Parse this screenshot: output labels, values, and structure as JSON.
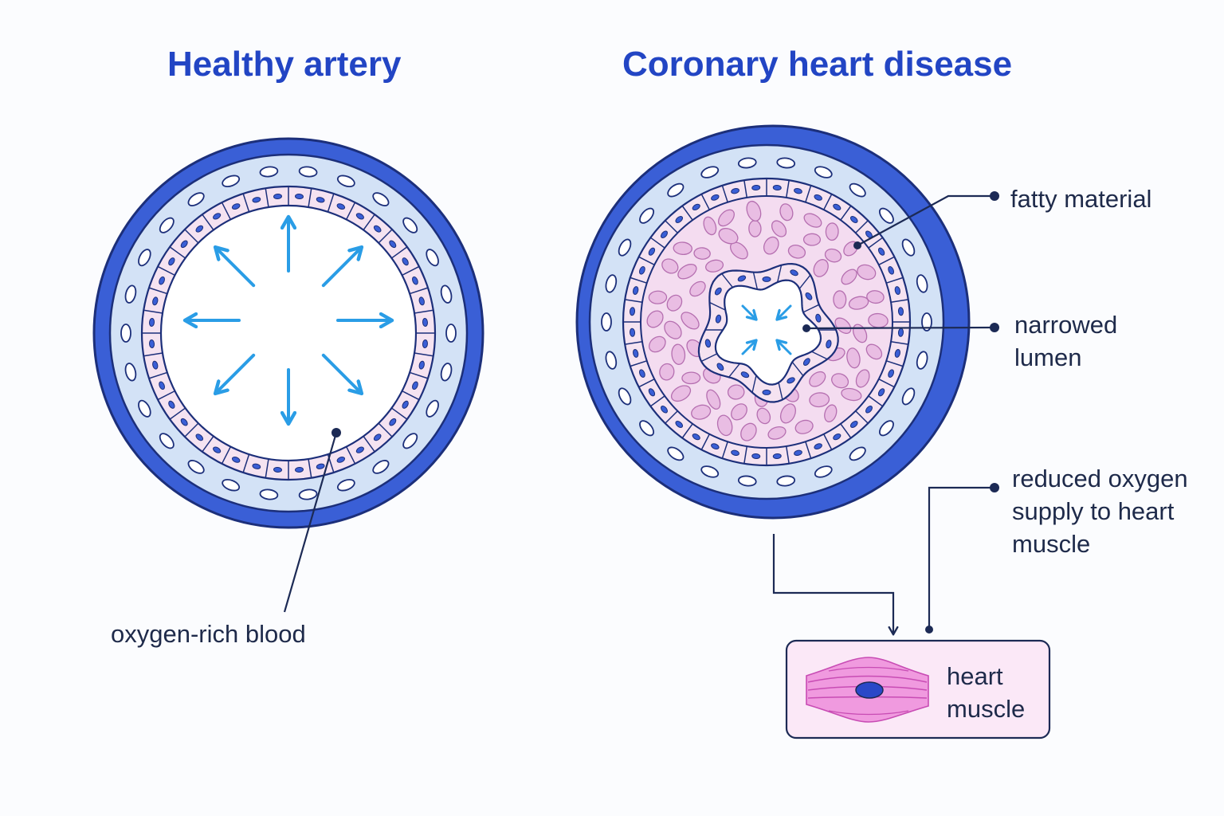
{
  "diagram": {
    "panels": [
      {
        "id": "healthy",
        "title": "Healthy artery"
      },
      {
        "id": "chd",
        "title": "Coronary heart disease"
      }
    ],
    "labels": {
      "oxygen_rich_blood": "oxygen-rich blood",
      "fatty_material": "fatty material",
      "narrowed_lumen_line1": "narrowed",
      "narrowed_lumen_line2": "lumen",
      "reduced_oxygen_line1": "reduced oxygen",
      "reduced_oxygen_line2": "supply to heart",
      "reduced_oxygen_line3": "muscle",
      "heart_muscle_line1": "heart",
      "heart_muscle_line2": "muscle"
    },
    "colors": {
      "title": "#2245c4",
      "outer_wall": "#3a5fd6",
      "outer_stroke": "#1c2f7a",
      "middle_layer": "#d3e2f6",
      "cell_layer": "#f5e3f1",
      "plaque": "#f4dcf0",
      "plaque_cell": "#e9bde3",
      "arrow": "#2a9de6",
      "leader": "#1c2a55",
      "muscle": "#e36fcf",
      "nucleus": "#2a48c8"
    },
    "icons": {
      "flow_arrows": "outward-arrows-icon",
      "constrict_arrows": "inward-arrows-icon",
      "muscle_cell": "muscle-cell-icon"
    }
  }
}
